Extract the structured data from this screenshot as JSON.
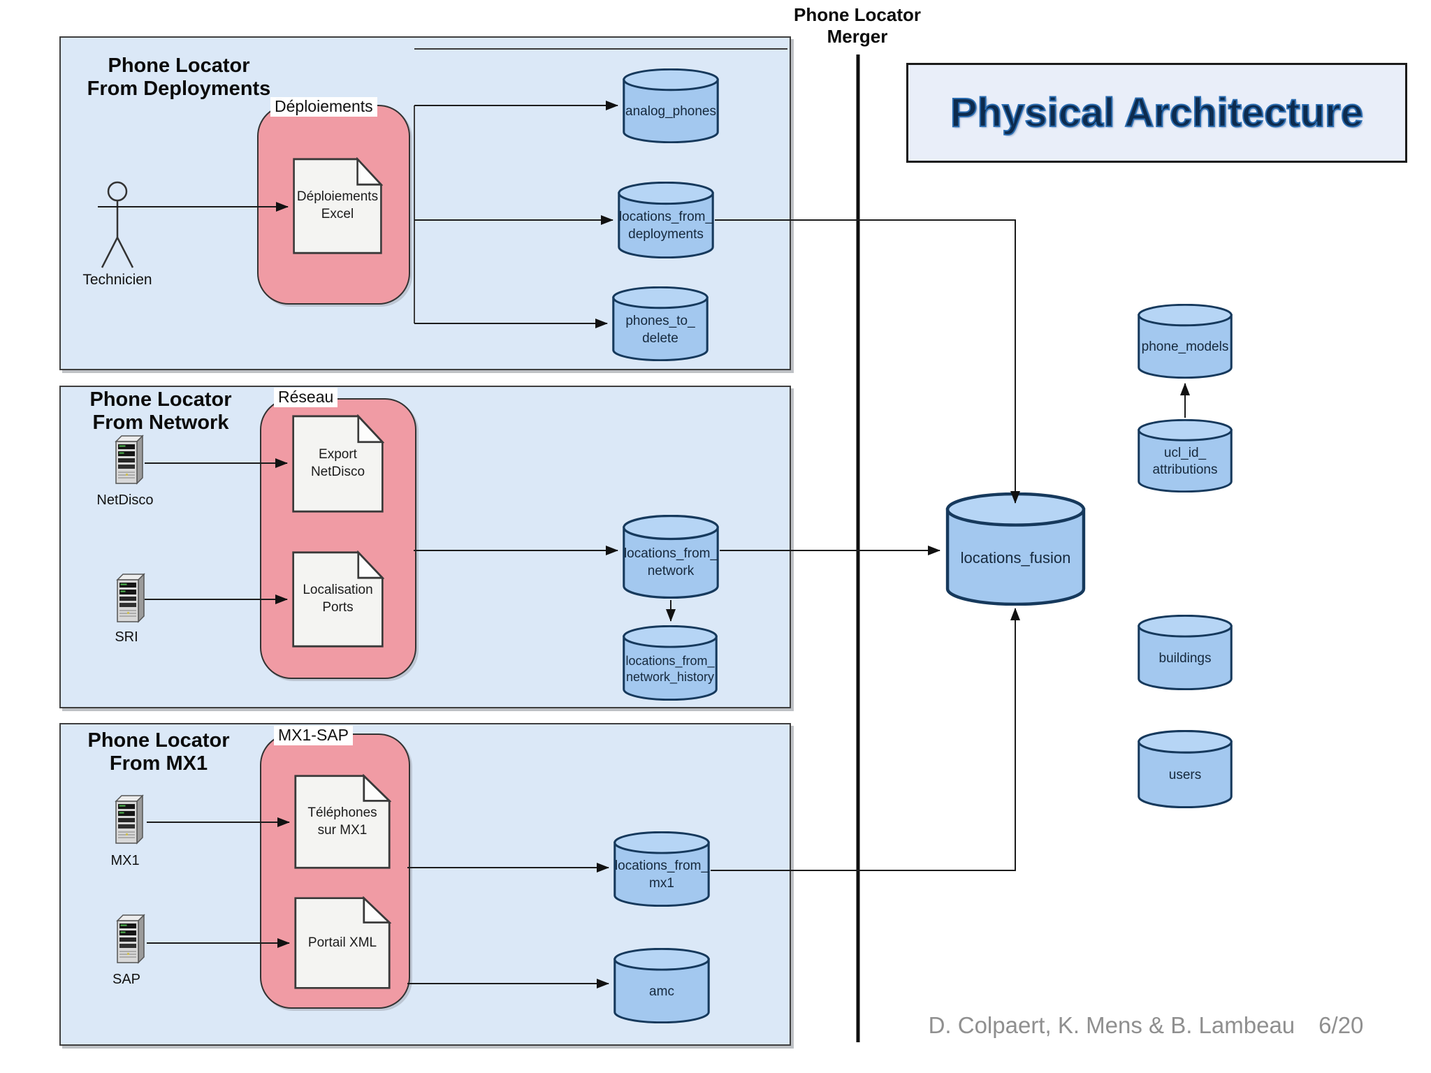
{
  "colors": {
    "section_fill": "#dbe8f7",
    "group_fill": "#f09ba4",
    "datastore_fill": "#a3c8ef",
    "datastore_stroke": "#16395c",
    "title_blue": "#0d2b4e",
    "footer_gray": "#8f8f8f"
  },
  "header": {
    "merger_title": "Phone Locator\nMerger",
    "slide_title": "Physical Architecture"
  },
  "footer": {
    "credit": "D. Colpaert, K. Mens & B. Lambeau",
    "page": "6/20"
  },
  "sections": [
    {
      "title": "Phone Locator\nFrom Deployments",
      "group_label": "Déploiements",
      "actor_label": "Technicien",
      "documents": [
        "Déploiements\nExcel"
      ],
      "stores": [
        "analog_phones",
        "locations_from_\ndeployments",
        "phones_to_\ndelete"
      ]
    },
    {
      "title": "Phone Locator\nFrom Network",
      "group_label": "Réseau",
      "servers": [
        "NetDisco",
        "SRI"
      ],
      "documents": [
        "Export\nNetDisco",
        "Localisation\nPorts"
      ],
      "stores": [
        "locations_from_\nnetwork",
        "locations_from_\nnetwork_history"
      ]
    },
    {
      "title": "Phone Locator\nFrom MX1",
      "group_label": "MX1-SAP",
      "servers": [
        "MX1",
        "SAP"
      ],
      "documents": [
        "Téléphones\nsur MX1",
        "Portail XML"
      ],
      "stores": [
        "locations_from_\nmx1",
        "amc"
      ]
    }
  ],
  "merger": {
    "store": "locations_fusion"
  },
  "reference_stores": [
    "phone_models",
    "ucl_id_\nattributions",
    "buildings",
    "users"
  ]
}
